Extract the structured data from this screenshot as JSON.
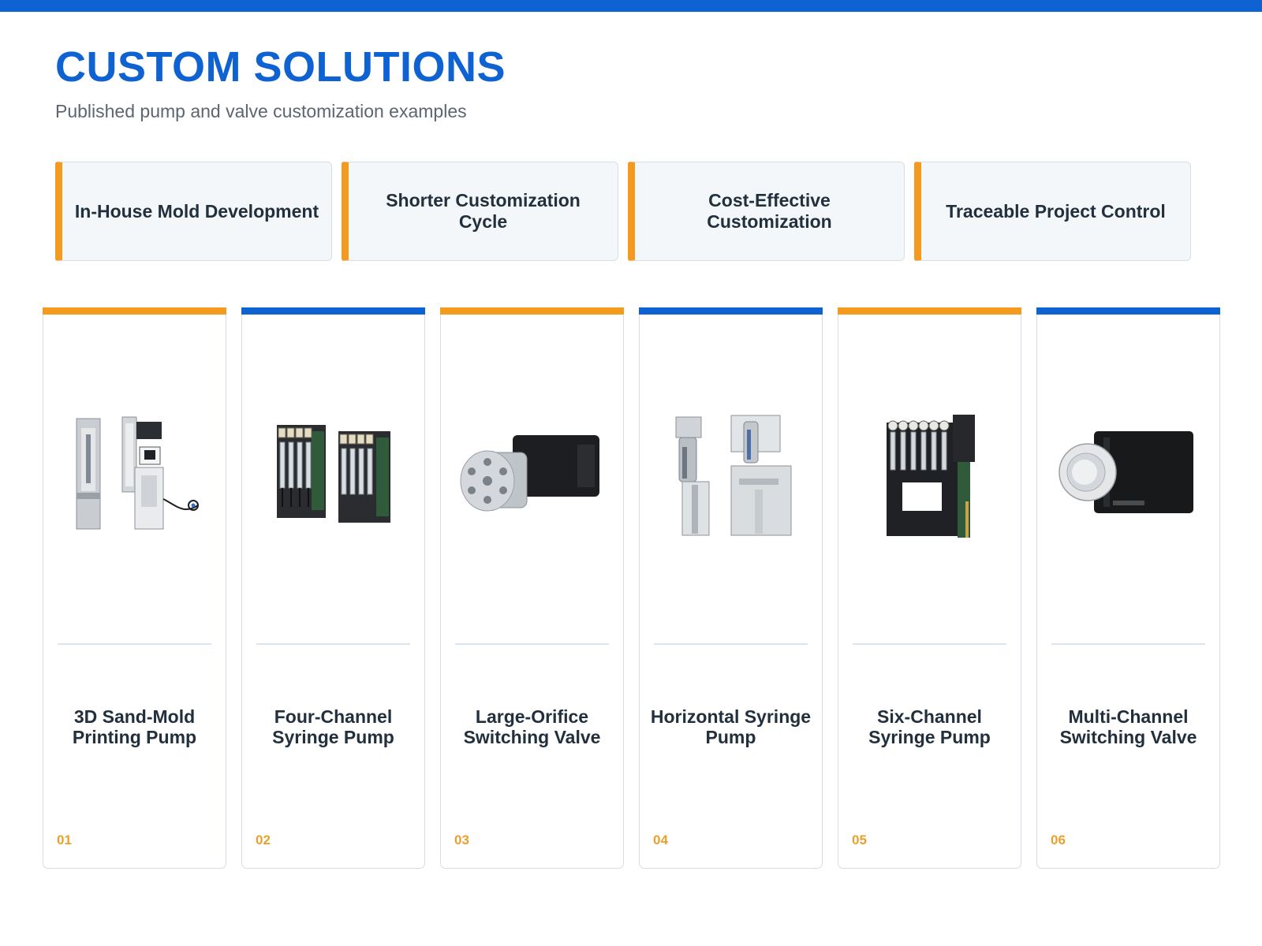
{
  "header": {
    "title": "CUSTOM SOLUTIONS",
    "subtitle": "Published pump and valve customization examples"
  },
  "colors": {
    "primary_blue": "#0f62d1",
    "accent_orange": "#f39a1f",
    "number_gold": "#e9a12d",
    "text_dark": "#22303d"
  },
  "features": [
    {
      "label": "In-House Mold Development"
    },
    {
      "label": "Shorter Customization Cycle"
    },
    {
      "label": "Cost-Effective Customization"
    },
    {
      "label": "Traceable Project Control"
    }
  ],
  "products": [
    {
      "number": "01",
      "title": "3D Sand-Mold Printing Pump",
      "accent": "orange",
      "image": "3d-sand-mold-printing-pump-photo"
    },
    {
      "number": "02",
      "title": "Four-Channel Syringe Pump",
      "accent": "blue",
      "image": "four-channel-syringe-pump-photo"
    },
    {
      "number": "03",
      "title": "Large-Orifice Switching Valve",
      "accent": "orange",
      "image": "large-orifice-switching-valve-photo"
    },
    {
      "number": "04",
      "title": "Horizontal Syringe Pump",
      "accent": "blue",
      "image": "horizontal-syringe-pump-photo"
    },
    {
      "number": "05",
      "title": "Six-Channel Syringe Pump",
      "accent": "orange",
      "image": "six-channel-syringe-pump-photo"
    },
    {
      "number": "06",
      "title": "Multi-Channel Switching Valve",
      "accent": "blue",
      "image": "multi-channel-switching-valve-photo"
    }
  ]
}
